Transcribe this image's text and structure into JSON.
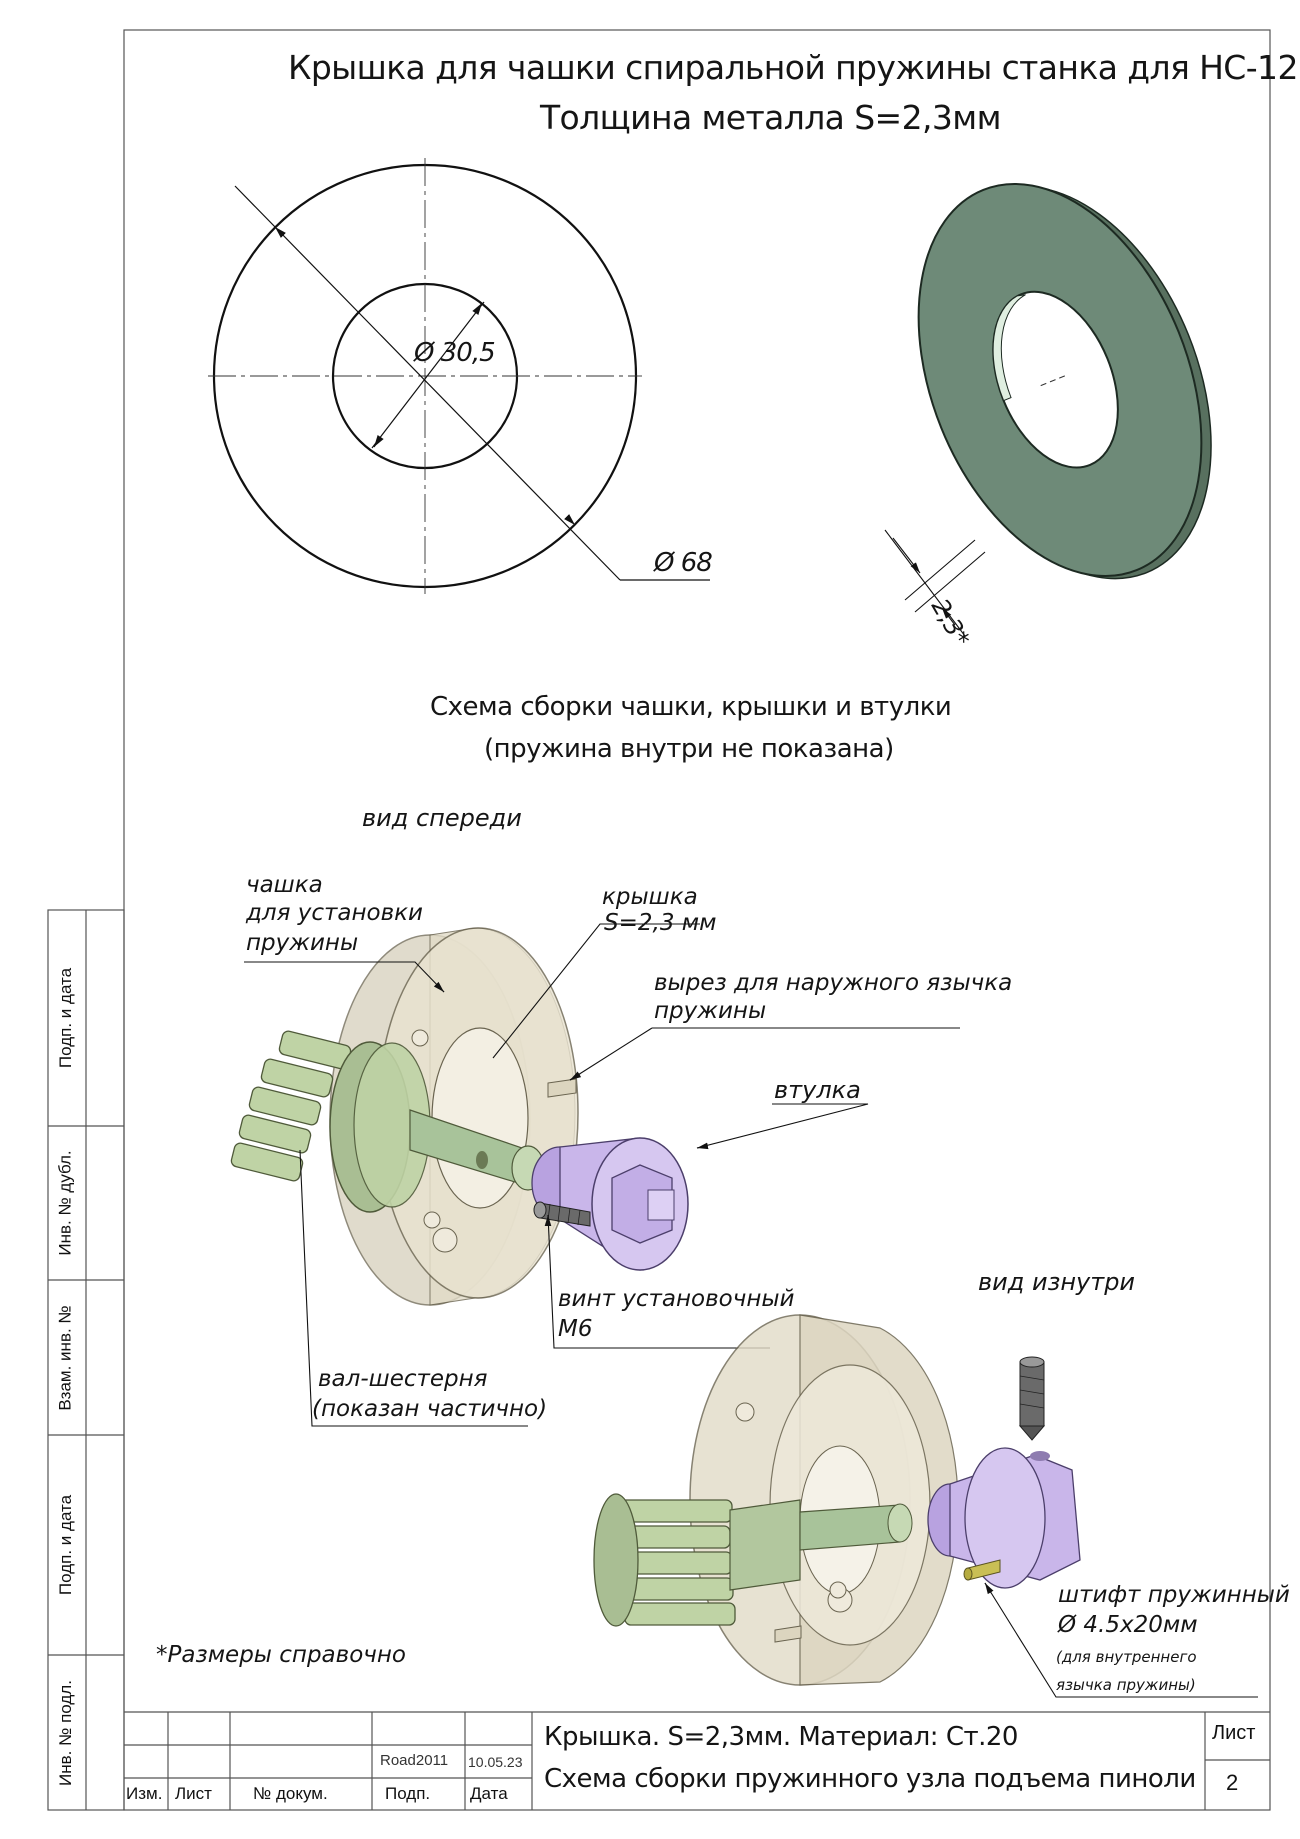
{
  "title": {
    "line1": "Крышка для чашки спиральной пружины станка для НС-12.",
    "line2": "Толщина металла S=2,3мм"
  },
  "dimensions": {
    "inner": "Ø 30,5",
    "outer": "Ø 68",
    "thickness": "2,3*"
  },
  "assembly": {
    "heading1": "Схема сборки чашки, крышки и втулки",
    "heading2": "(пружина внутри не показана)",
    "front_view": "вид спереди",
    "inside_view": "вид изнутри"
  },
  "callouts": {
    "cup": [
      "чашка",
      "для установки",
      "пружины"
    ],
    "cover": [
      "крышка",
      "S=2,3 мм"
    ],
    "cutout": [
      "вырез для наружного язычка",
      "пружины"
    ],
    "bushing": "втулка",
    "screw": [
      "винт установочный",
      "М6"
    ],
    "shaft": [
      "вал-шестерня",
      "(показан частично)"
    ],
    "pin": [
      "штифт пружинный",
      "Ø 4.5х20мм"
    ],
    "pin_note": [
      "(для внутреннего",
      "язычка пружины)"
    ]
  },
  "note": "*Размеры справочно",
  "side_stamp": [
    "Подп. и дата",
    "Инв. № дубл.",
    "Взам. инв. №",
    "Подп. и дата",
    "Инв. № подл."
  ],
  "title_block": {
    "author": "Road2011",
    "date": "10.05.23",
    "col_izm": "Изм.",
    "col_list": "Лист",
    "col_doc": "№ докум.",
    "col_sign": "Подп.",
    "col_date": "Дата",
    "line1": "Крышка. S=2,3мм. Материал: Ст.20",
    "line2": "Схема сборки пружинного узла подъема пиноли",
    "sheet_label": "Лист",
    "sheet_no": "2"
  },
  "colors": {
    "washer": "#6e8a78",
    "cup": "#e2dcc8",
    "bushing": "#c9b6ea",
    "gear": "#bfd3a5",
    "pin": "#c9bf55"
  }
}
